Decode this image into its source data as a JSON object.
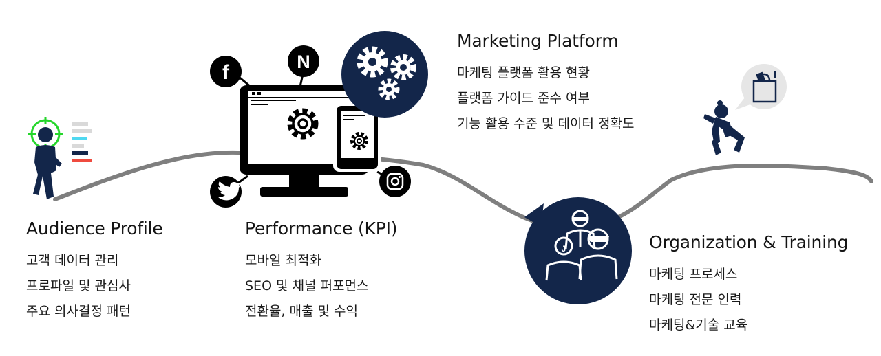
{
  "sections": {
    "audience": {
      "title": "Audience Profile",
      "items": [
        "고객 데이터 관리",
        "프로파일 및 관심사",
        "주요 의사결정 패턴"
      ]
    },
    "performance": {
      "title": "Performance (KPI)",
      "items": [
        "모바일 최적화",
        "SEO 및 채널 퍼포먼스",
        "전환율, 매출 및 수익"
      ]
    },
    "platform": {
      "title": "Marketing Platform",
      "items": [
        "마케팅 플랫폼 활용 현황",
        "플랫폼 가이드 준수 여부",
        "기능 활용 수준 및 데이터 정확도"
      ]
    },
    "organization": {
      "title": "Organization & Training",
      "items": [
        "마케팅 프로세스",
        "마케팅 전문 인력",
        "마케팅&기술 교육"
      ]
    }
  },
  "icons": {
    "facebook": "f",
    "naver": "N",
    "person_badge": "J"
  },
  "colors": {
    "navy": "#13264a",
    "road": "#7f7f7f",
    "target_green": "#25d62b",
    "bar_cyan": "#4fd8f0",
    "bar_red": "#ef4b3f",
    "bar_gray": "#d9d9d9",
    "bag_bubble": "#e6e6e6"
  }
}
